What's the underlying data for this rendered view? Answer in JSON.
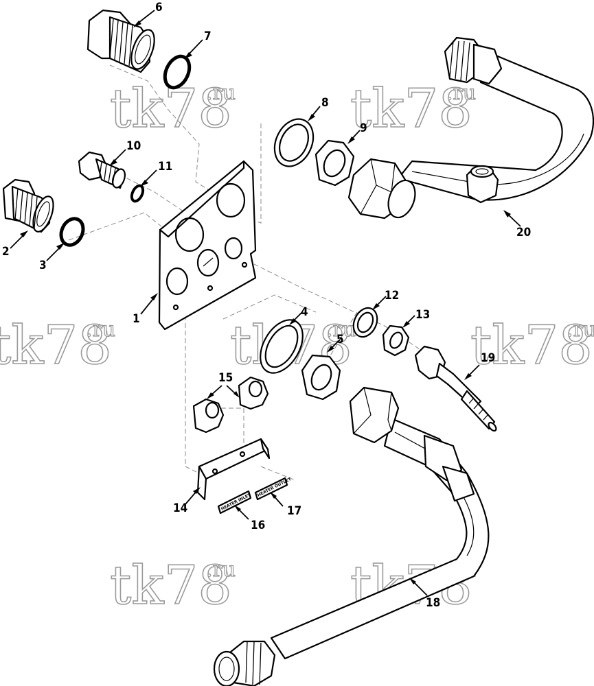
{
  "diagram": {
    "callouts": [
      {
        "id": "1",
        "label": "1"
      },
      {
        "id": "2",
        "label": "2"
      },
      {
        "id": "3",
        "label": "3"
      },
      {
        "id": "4",
        "label": "4"
      },
      {
        "id": "5",
        "label": "5"
      },
      {
        "id": "6",
        "label": "6"
      },
      {
        "id": "7",
        "label": "7"
      },
      {
        "id": "8",
        "label": "8"
      },
      {
        "id": "9",
        "label": "9"
      },
      {
        "id": "10",
        "label": "10"
      },
      {
        "id": "11",
        "label": "11"
      },
      {
        "id": "12",
        "label": "12"
      },
      {
        "id": "13",
        "label": "13"
      },
      {
        "id": "14",
        "label": "14"
      },
      {
        "id": "15",
        "label": "15"
      },
      {
        "id": "16",
        "label": "16"
      },
      {
        "id": "17",
        "label": "17"
      },
      {
        "id": "18",
        "label": "18"
      },
      {
        "id": "19",
        "label": "19"
      },
      {
        "id": "20",
        "label": "20"
      }
    ],
    "plates": {
      "inlet": "HEATER INLET",
      "outlet": "HEATER OUTLET"
    },
    "watermark": {
      "main": "tk78",
      "suffix": ".ru"
    }
  }
}
